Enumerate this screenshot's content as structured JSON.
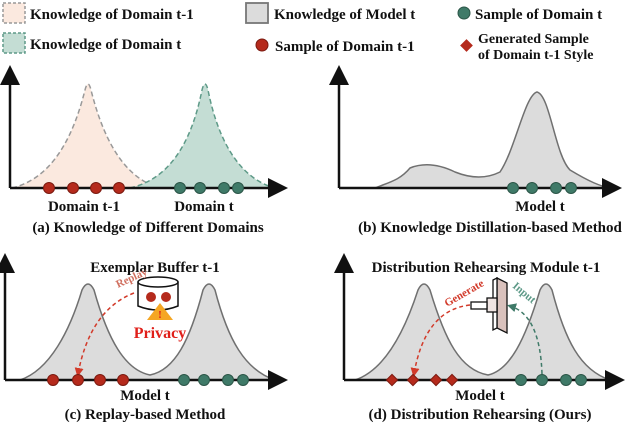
{
  "legend": {
    "domain_prev": "Knowledge of Domain t-1",
    "domain_cur": "Knowledge of Domain t",
    "model": "Knowledge of Model t",
    "sample_prev": "Sample of Domain t-1",
    "sample_cur": "Sample of Domain t",
    "generated_line1": "Generated Sample",
    "generated_line2": "of Domain t-1 Style"
  },
  "panels": {
    "a": {
      "caption": "(a) Knowledge of Different Domains",
      "label_left": "Domain t-1",
      "label_right": "Domain t"
    },
    "b": {
      "caption": "(b) Knowledge Distillation-based Method",
      "axis_label": "Model t"
    },
    "c": {
      "caption": "(c) Replay-based Method",
      "axis_label": "Model t",
      "buffer_title": "Exemplar Buffer t-1",
      "replay": "Replay",
      "privacy": "Privacy"
    },
    "d": {
      "caption": "(d) Distribution Rehearsing (Ours)",
      "axis_label": "Model t",
      "module_title": "Distribution Rehearsing Module t-1",
      "generate": "Generate",
      "input": "Input"
    }
  },
  "colors": {
    "red_sample": "#b52a1c",
    "green_sample": "#3f7a68",
    "peach_fill": "#fbe9df",
    "green_fill": "#c4ddd4",
    "gray_fill": "#dcdcdc",
    "curve_gray": "#707070",
    "privacy_red": "#e0201a",
    "warning_orange": "#f5a623"
  }
}
